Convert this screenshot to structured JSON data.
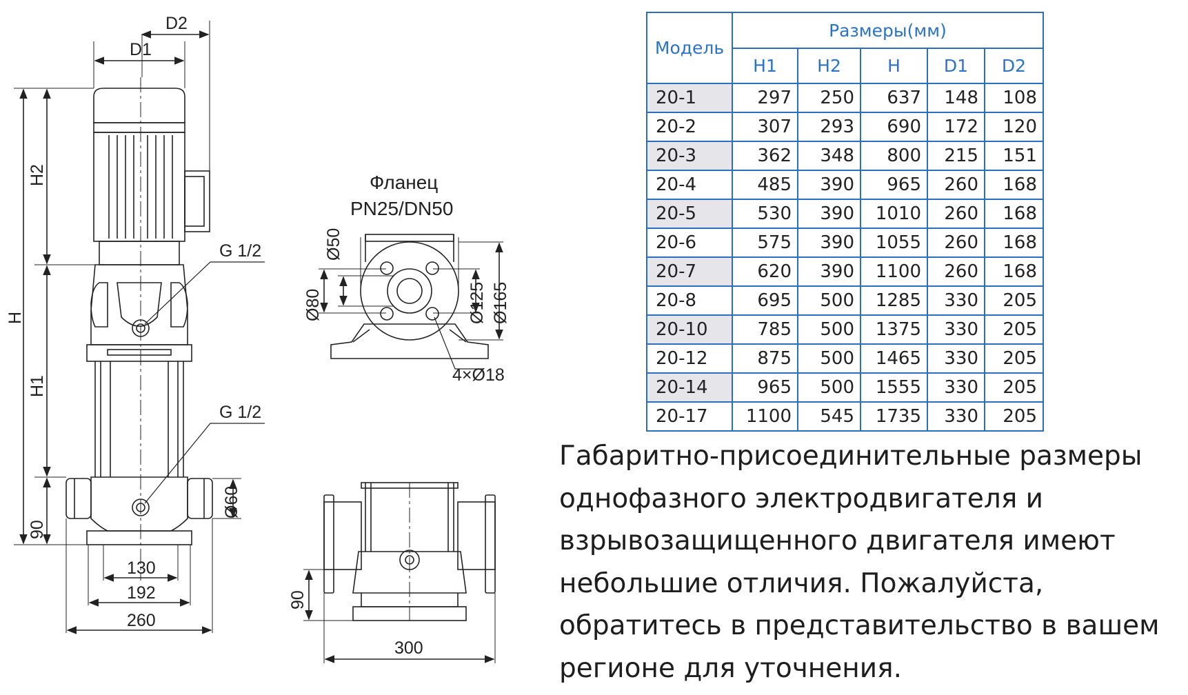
{
  "drawing": {
    "labels": {
      "d1": "D1",
      "d2": "D2",
      "h": "H",
      "h1": "H1",
      "h2": "H2",
      "g_upper": "G 1/2",
      "g_lower": "G 1/2",
      "dia60": "Ø60",
      "h90_left": "90",
      "w130": "130",
      "w192": "192",
      "w260": "260",
      "flange_title_1": "Фланец",
      "flange_title_2": "PN25/DN50",
      "dia50": "Ø50",
      "dia80": "Ø80",
      "dia125": "Ø125",
      "dia165": "Ø165",
      "holes": "4×Ø18",
      "h90_bottom": "90",
      "w300": "300"
    }
  },
  "table": {
    "model_header": "Модель",
    "group_header": "Размеры(мм)",
    "columns": [
      "H1",
      "H2",
      "H",
      "D1",
      "D2"
    ],
    "rows": [
      {
        "model": "20-1",
        "values": [
          "297",
          "250",
          "637",
          "148",
          "108"
        ]
      },
      {
        "model": "20-2",
        "values": [
          "307",
          "293",
          "690",
          "172",
          "120"
        ]
      },
      {
        "model": "20-3",
        "values": [
          "362",
          "348",
          "800",
          "215",
          "151"
        ]
      },
      {
        "model": "20-4",
        "values": [
          "485",
          "390",
          "965",
          "260",
          "168"
        ]
      },
      {
        "model": "20-5",
        "values": [
          "530",
          "390",
          "1010",
          "260",
          "168"
        ]
      },
      {
        "model": "20-6",
        "values": [
          "575",
          "390",
          "1055",
          "260",
          "168"
        ]
      },
      {
        "model": "20-7",
        "values": [
          "620",
          "390",
          "1100",
          "260",
          "168"
        ]
      },
      {
        "model": "20-8",
        "values": [
          "695",
          "500",
          "1285",
          "330",
          "205"
        ]
      },
      {
        "model": "20-10",
        "values": [
          "785",
          "500",
          "1375",
          "330",
          "205"
        ]
      },
      {
        "model": "20-12",
        "values": [
          "875",
          "500",
          "1465",
          "330",
          "205"
        ]
      },
      {
        "model": "20-14",
        "values": [
          "965",
          "500",
          "1555",
          "330",
          "205"
        ]
      },
      {
        "model": "20-17",
        "values": [
          "1100",
          "545",
          "1735",
          "330",
          "205"
        ]
      }
    ]
  },
  "note": {
    "lines": [
      "Габаритно-присоединительные размеры",
      "однофазного электродвигателя и",
      "взрывозащищенного двигателя имеют",
      "небольшие отличия. Пожалуйста,",
      "обратитесь в представительство в вашем",
      "регионе для уточнения."
    ]
  },
  "colors": {
    "table_border": "#2a6fbf",
    "header_text": "#2a73c8",
    "row_shade": "#e6e6ea",
    "line": "#222222"
  }
}
